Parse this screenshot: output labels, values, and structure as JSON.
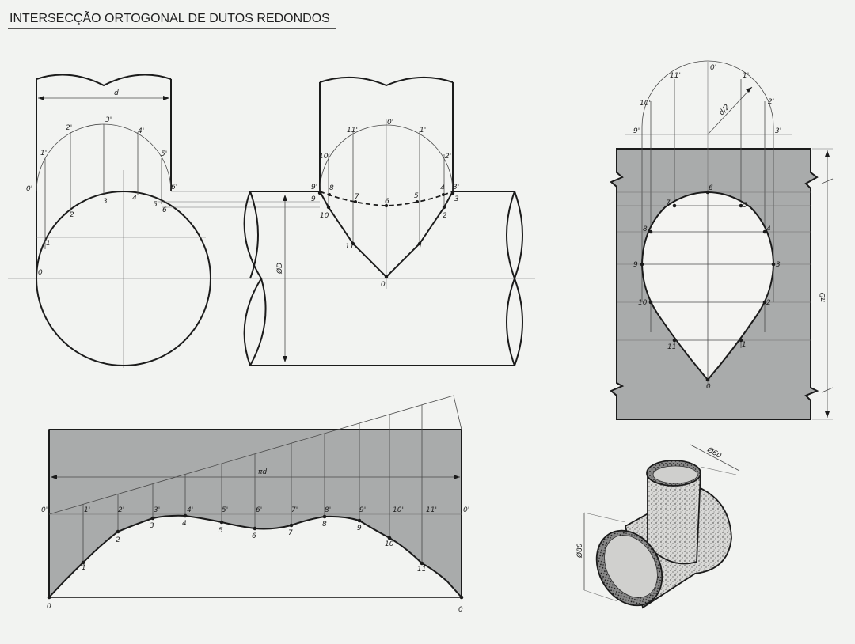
{
  "title": "INTERSECÇÃO ORTOGONAL DE DUTOS REDONDOS",
  "view_side": {
    "dim_d": "d",
    "arc_labels": [
      "0'",
      "1'",
      "2'",
      "3'",
      "4'",
      "5'",
      "6'"
    ],
    "circle_labels": [
      "0",
      "1",
      "2",
      "3",
      "4",
      "5",
      "6"
    ]
  },
  "view_front": {
    "arc_labels": [
      "10'",
      "11'",
      "0'",
      "1'",
      "2'"
    ],
    "top_labels": [
      "9'",
      "8",
      "7",
      "6",
      "5",
      "4",
      "3'"
    ],
    "curve_labels": [
      "9",
      "10",
      "11",
      "0",
      "1",
      "2",
      "3"
    ],
    "dim_D": "ØD"
  },
  "view_hole": {
    "arc_labels": [
      "11'",
      "0'",
      "1'",
      "10'",
      "2'",
      "9'",
      "3'"
    ],
    "dim_r": "d/2",
    "hole_labels": [
      "6",
      "7",
      "5",
      "8",
      "4",
      "9",
      "3",
      "10",
      "2",
      "11",
      "1",
      "0"
    ],
    "dim_piD": "πD"
  },
  "view_dev": {
    "dim_pid": "πd",
    "top_labels": [
      "0'",
      "1'",
      "2'",
      "3'",
      "4'",
      "5'",
      "6'",
      "7'",
      "8'",
      "9'",
      "10'",
      "11'",
      "0'"
    ],
    "curve_labels": [
      "0",
      "1",
      "2",
      "3",
      "4",
      "5",
      "6",
      "7",
      "8",
      "9",
      "10",
      "11",
      "0"
    ]
  },
  "view_iso": {
    "dim_top": "Ø60",
    "dim_side": "Ø80"
  }
}
